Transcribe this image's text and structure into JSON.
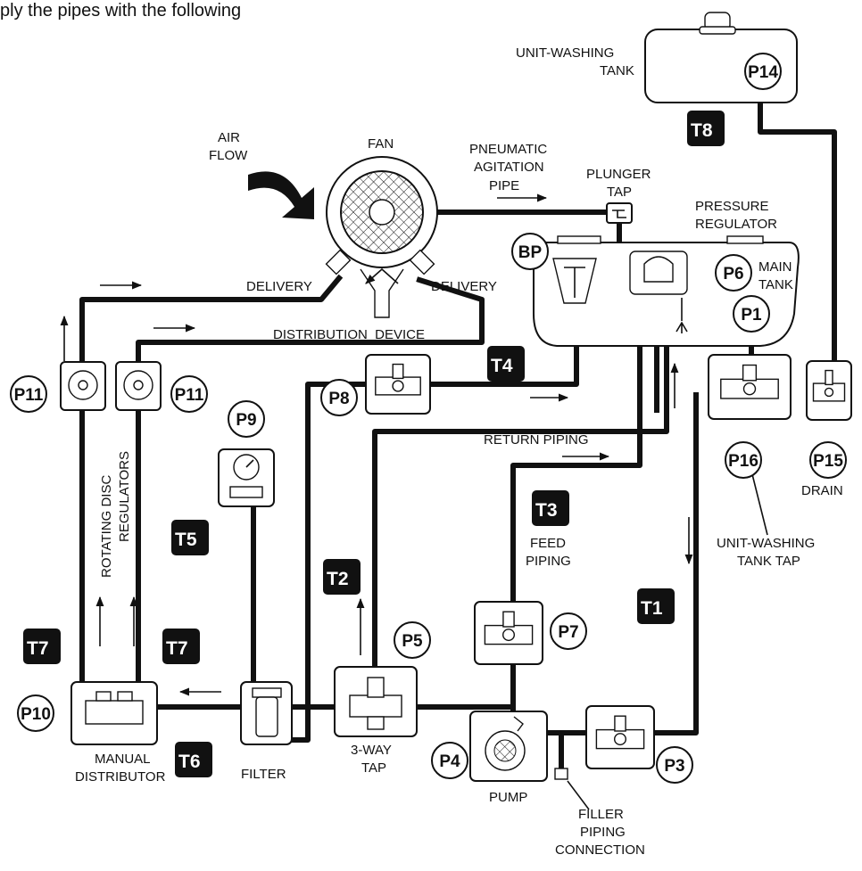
{
  "heading": "ply the pipes with the following",
  "labels": {
    "air_flow": [
      "AIR",
      "FLOW"
    ],
    "fan": "FAN",
    "pneumatic": [
      "PNEUMATIC",
      "AGITATION",
      "PIPE"
    ],
    "plunger_tap": [
      "PLUNGER",
      "TAP"
    ],
    "pressure_regulator": [
      "PRESSURE",
      "REGULATOR"
    ],
    "unit_washing_tank": [
      "UNIT-WASHING",
      "TANK"
    ],
    "main_tank": [
      "MAIN",
      "TANK"
    ],
    "delivery_left": "DELIVERY",
    "delivery_right": "DELIVERY",
    "distribution_device": "DISTRIBUTION  DEVICE",
    "rotating_disc_regulators": [
      "ROTATING DISC",
      "REGULATORS"
    ],
    "return_piping": "RETURN PIPING",
    "feed_piping": [
      "FEED",
      "PIPING"
    ],
    "drain": "DRAIN",
    "unit_washing_tank_tap": [
      "UNIT-WASHING",
      "TANK TAP"
    ],
    "manual_distributor": [
      "MANUAL",
      "DISTRIBUTOR"
    ],
    "filter": "FILTER",
    "three_way_tap": [
      "3-WAY",
      "TAP"
    ],
    "pump": "PUMP",
    "filler_piping": [
      "FILLER",
      "PIPING",
      "CONNECTION"
    ]
  },
  "pipe_tags": {
    "t1": "T1",
    "t2": "T2",
    "t3": "T3",
    "t4": "T4",
    "t5": "T5",
    "t6": "T6",
    "t7a": "T7",
    "t7b": "T7",
    "t8": "T8"
  },
  "part_tags": {
    "p1": "P1",
    "p3": "P3",
    "p4": "P4",
    "p5": "P5",
    "p6": "P6",
    "p7": "P7",
    "p8": "P8",
    "p9": "P9",
    "p10": "P10",
    "p11a": "P11",
    "p11b": "P11",
    "p14": "P14",
    "p15": "P15",
    "p16": "P16",
    "bp": "BP"
  }
}
